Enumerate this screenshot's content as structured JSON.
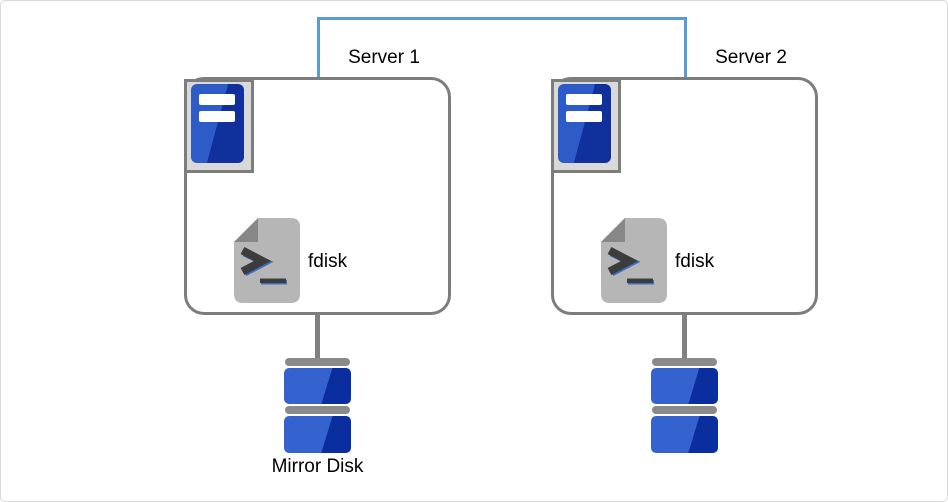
{
  "link": {
    "color": "#5b9bd5",
    "name": "server-interconnect"
  },
  "servers": [
    {
      "label": "Server 1",
      "tool_label": "fdisk",
      "disk_label": "Mirror Disk"
    },
    {
      "label": "Server 2",
      "tool_label": "fdisk",
      "disk_label": ""
    }
  ],
  "colors": {
    "box_border": "#7d7d7d",
    "icon_plate_fill": "#d9d9d9",
    "server_icon_blue_light": "#2d5bc7",
    "server_icon_blue_dark": "#10309c",
    "file_icon_gray": "#b6b6b6",
    "file_fold_gray": "#878787",
    "terminal_glyph_dark": "#3c3c3c",
    "terminal_glyph_blue": "#3a6fc4",
    "disk_blue_light": "#3463d0",
    "disk_blue_dark": "#0a2e9f",
    "disk_divider_gray": "#8a8a8a",
    "connector_gray": "#808080"
  }
}
